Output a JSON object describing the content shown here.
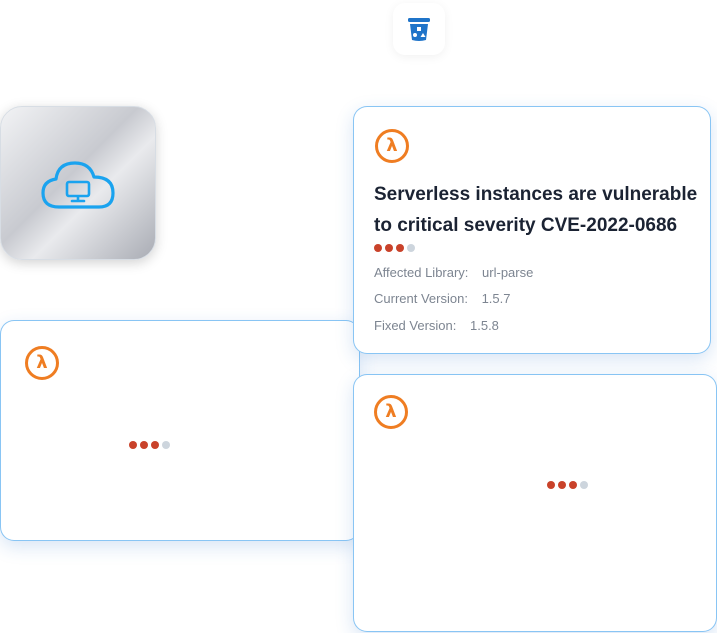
{
  "icons": {
    "bucket": "bucket-icon",
    "cloud": "cloud-monitor-icon",
    "lambda": "lambda-icon"
  },
  "colors": {
    "accent_orange": "#ef7d22",
    "severity_red": "#c9422a",
    "severity_gray": "#cdd5dd",
    "bucket_blue": "#1f74c9",
    "cloud_blue": "#1aa3ef",
    "title_text": "#1b2333",
    "meta_text": "#7d8591"
  },
  "lambda_symbol": "λ",
  "main_card": {
    "title": "Serverless instances are vulnerable to critical severity CVE-2022-0686",
    "severity": {
      "filled": 3,
      "total": 4
    },
    "details": [
      {
        "label": "Affected Library:",
        "value": "url-parse"
      },
      {
        "label": "Current Version:",
        "value": "1.5.7"
      },
      {
        "label": "Fixed Version:",
        "value": "1.5.8"
      }
    ]
  },
  "left_card": {
    "severity": {
      "filled": 3,
      "total": 4
    }
  },
  "bottom_card": {
    "severity": {
      "filled": 3,
      "total": 4
    }
  }
}
